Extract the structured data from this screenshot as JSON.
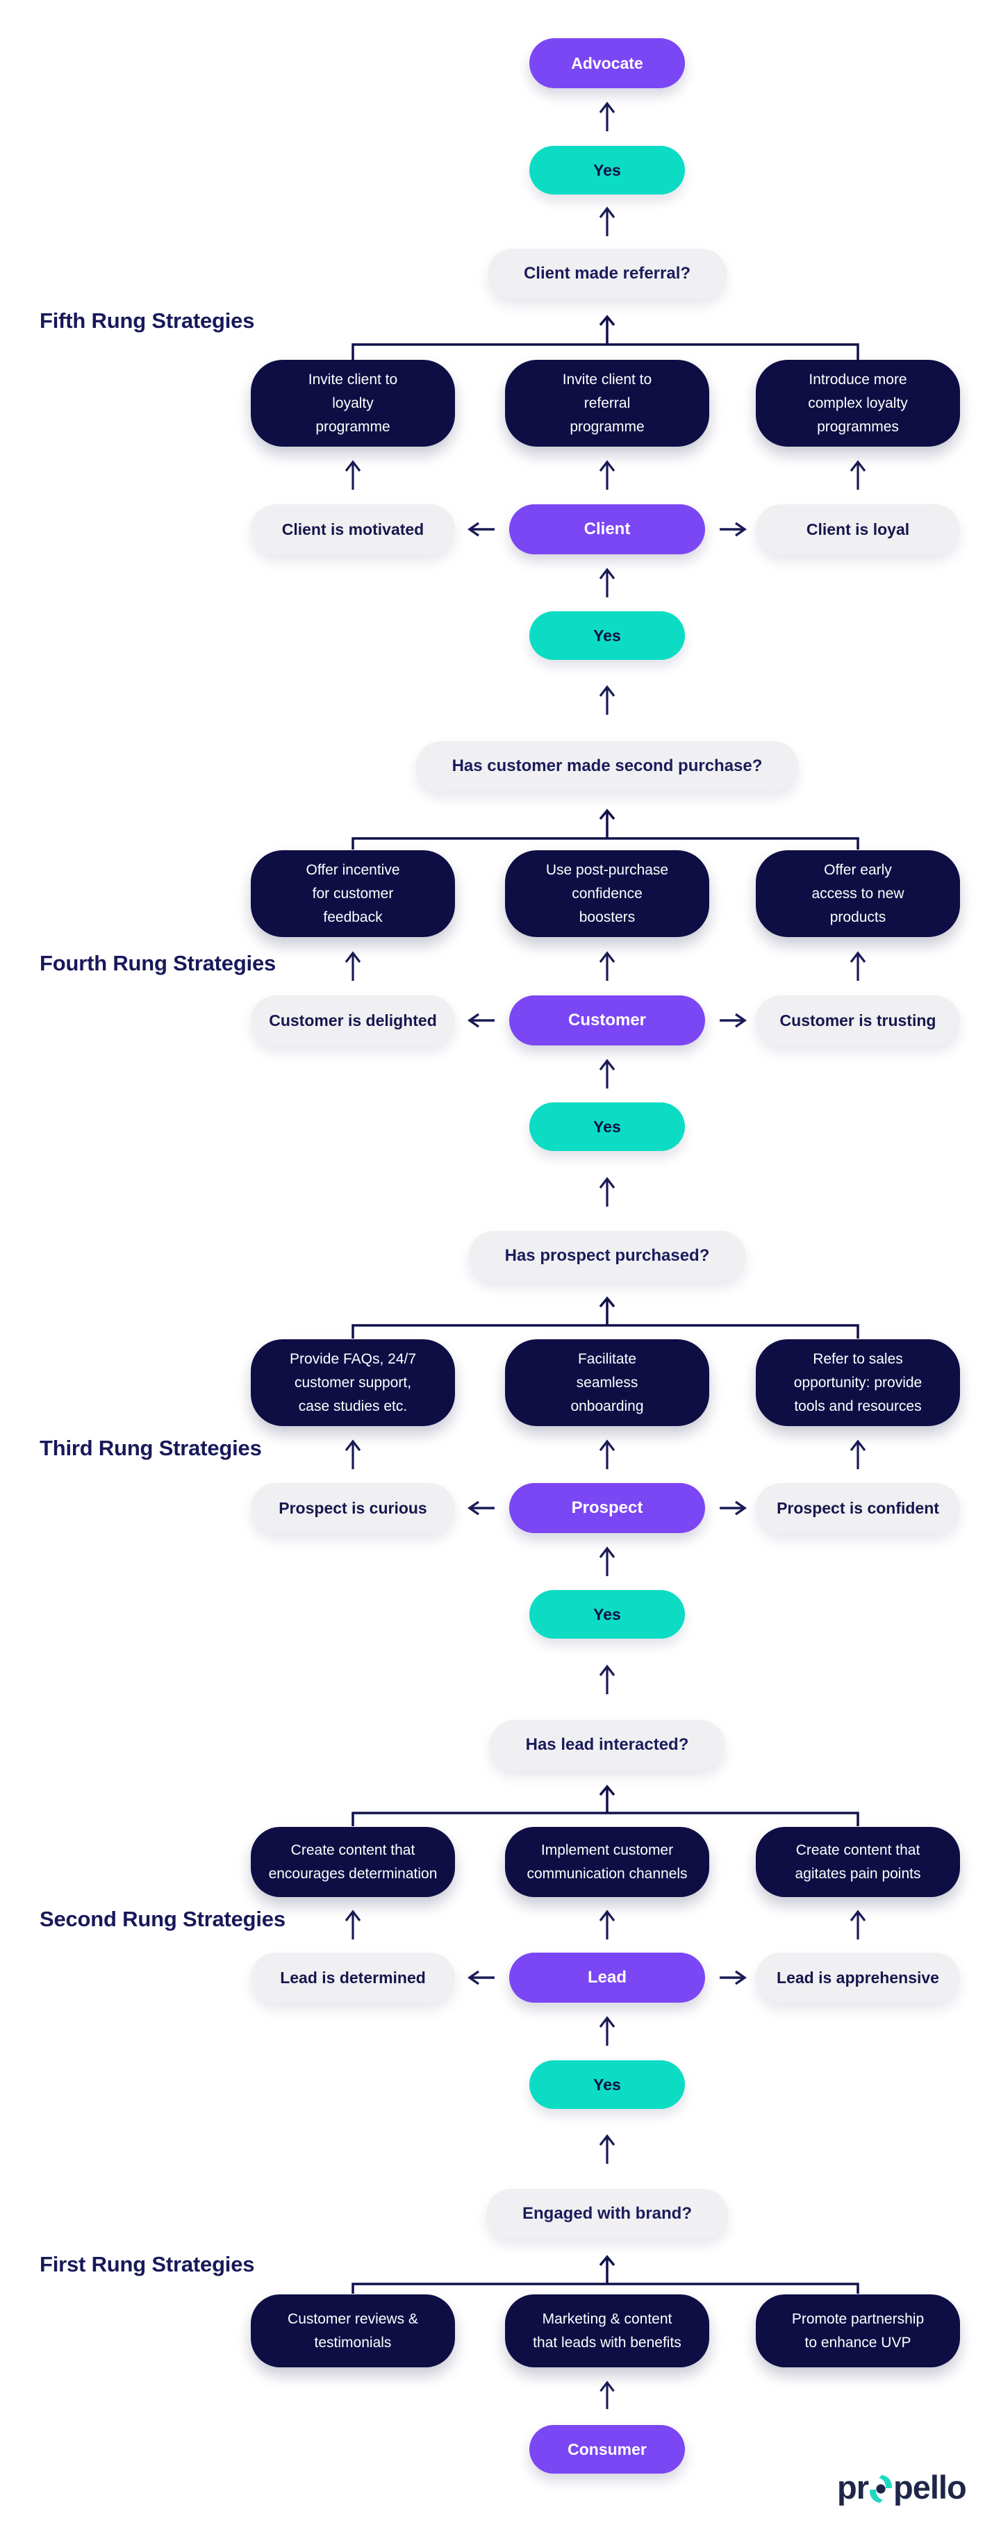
{
  "colors": {
    "purple": "#7B46F3",
    "teal": "#0CDCC3",
    "navy_box": "#0E0E45",
    "ink": "#1A1A55",
    "pill_gray": "#F0F0F2",
    "background": "#FFFFFF"
  },
  "flow": {
    "top_stage": "Advocate",
    "bottom_stage": "Consumer",
    "yes_label": "Yes",
    "rungs": [
      {
        "heading": "Fifth Rung Strategies",
        "question": "Client made referral?",
        "strategies": [
          "Invite client to\nloyalty\nprogramme",
          "Invite client to\nreferral\nprogramme",
          "Introduce more\ncomplex loyalty\nprogrammes"
        ],
        "stage": "Client",
        "left_trait": "Client is motivated",
        "right_trait": "Client is loyal"
      },
      {
        "heading": "Fourth Rung Strategies",
        "question": "Has customer made second purchase?",
        "strategies": [
          "Offer incentive\nfor customer\nfeedback",
          "Use post-purchase\nconfidence\nboosters",
          "Offer early\naccess to new\nproducts"
        ],
        "stage": "Customer",
        "left_trait": "Customer is delighted",
        "right_trait": "Customer is trusting"
      },
      {
        "heading": "Third Rung Strategies",
        "question": "Has prospect purchased?",
        "strategies": [
          "Provide FAQs, 24/7\ncustomer support,\ncase studies etc.",
          "Facilitate\nseamless\nonboarding",
          "Refer to sales\nopportunity: provide\ntools and resources"
        ],
        "stage": "Prospect",
        "left_trait": "Prospect is curious",
        "right_trait": "Prospect is confident"
      },
      {
        "heading": "Second Rung Strategies",
        "question": "Has lead interacted?",
        "strategies": [
          "Create content that\nencourages determination",
          "Implement customer\ncommunication channels",
          "Create content that\nagitates pain points"
        ],
        "stage": "Lead",
        "left_trait": "Lead is determined",
        "right_trait": "Lead is apprehensive"
      },
      {
        "heading": "First Rung Strategies",
        "question": "Engaged with brand?",
        "strategies": [
          "Customer reviews &\ntestimonials",
          "Marketing & content\nthat leads with benefits",
          "Promote partnership\nto enhance UVP"
        ]
      }
    ]
  },
  "logo": {
    "pre": "pr",
    "post": "pello"
  }
}
